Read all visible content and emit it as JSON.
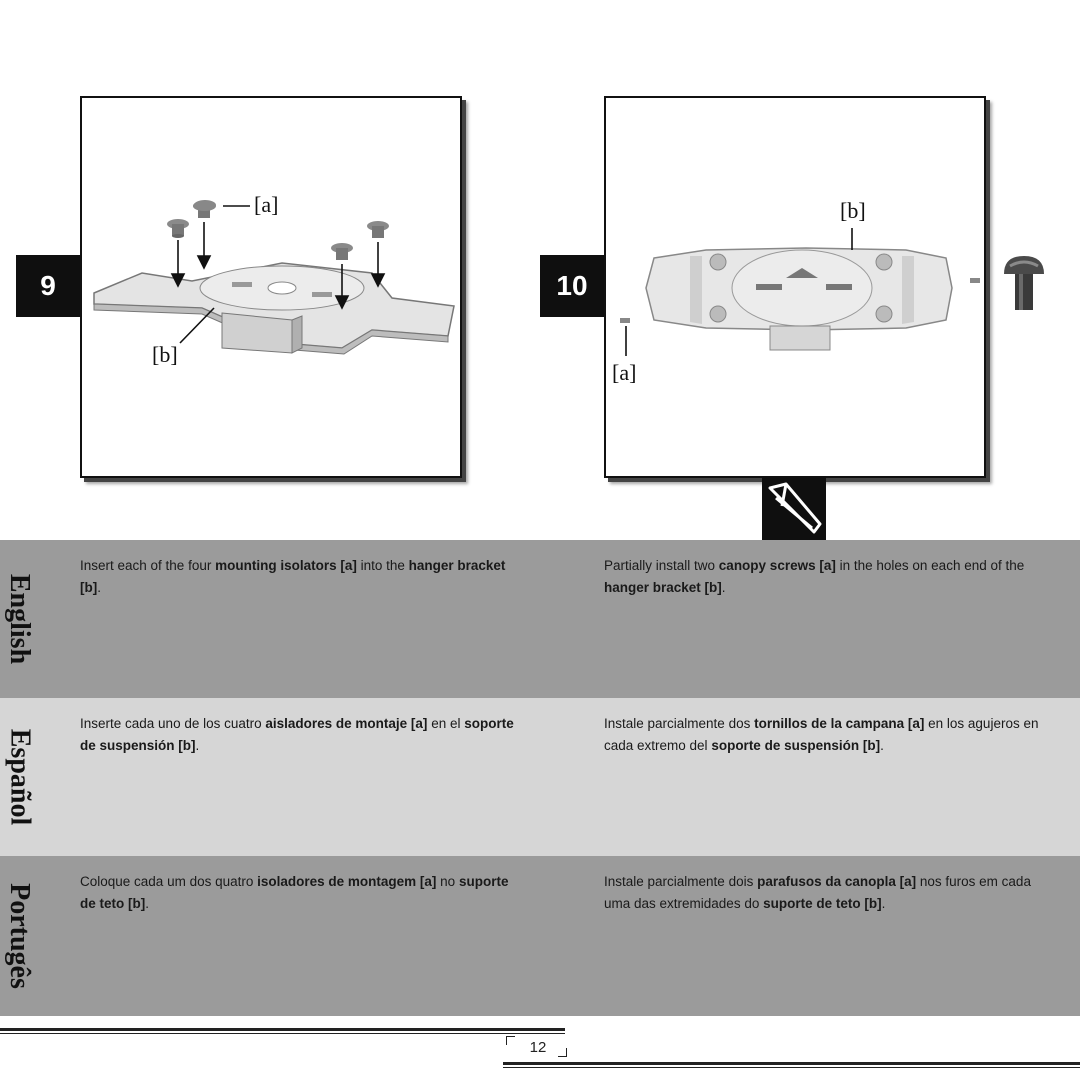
{
  "steps": {
    "step9": {
      "number": "9",
      "callout_a": "[a]",
      "callout_b": "[b]"
    },
    "step10": {
      "number": "10",
      "callout_a": "[a]",
      "callout_b": "[b]"
    }
  },
  "icons": {
    "note": "pen-nib-icon"
  },
  "languages": {
    "english": {
      "label": "English",
      "step9": {
        "t1": "Insert each of the four ",
        "b1": "mounting isolators [a]",
        "t2": " into the ",
        "b2": "hanger bracket [b]",
        "t3": "."
      },
      "step10": {
        "t1": "Partially install two ",
        "b1": "canopy screws [a]",
        "t2": " in the holes on each end of the ",
        "b2": "hanger bracket [b]",
        "t3": "."
      }
    },
    "espanol": {
      "label": "Español",
      "step9": {
        "t1": "Inserte cada uno de los cuatro ",
        "b1": "aisladores de montaje [a]",
        "t2": " en el ",
        "b2": "soporte de suspensión [b]",
        "t3": "."
      },
      "step10": {
        "t1": "Instale parcialmente dos ",
        "b1": "tornillos de la campana [a]",
        "t2": " en los agujeros en cada extremo del ",
        "b2": "soporte de suspensión [b]",
        "t3": "."
      }
    },
    "portugues": {
      "label": "Portugês",
      "step9": {
        "t1": "Coloque cada um dos quatro ",
        "b1": "isoladores de montagem [a]",
        "t2": " no ",
        "b2": "suporte de teto [b]",
        "t3": "."
      },
      "step10": {
        "t1": "Instale parcialmente dois ",
        "b1": "parafusos da canopla [a]",
        "t2": " nos furos em cada uma das extremidades do ",
        "b2": "suporte de teto [b]",
        "t3": "."
      }
    }
  },
  "footer": {
    "page_number": "12"
  },
  "colors": {
    "band_dark": "#9b9b9b",
    "band_light": "#d6d6d6",
    "step_badge": "#0f0f0f"
  }
}
